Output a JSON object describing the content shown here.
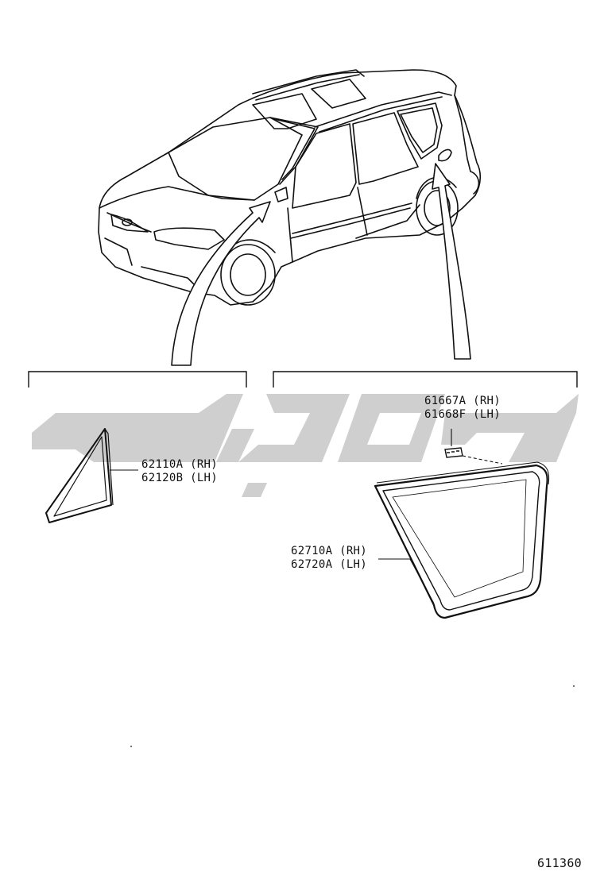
{
  "diagram": {
    "watermark_color": "#cfcfcf",
    "line_color": "#111111",
    "callouts": [
      {
        "id": "front-quarter-glass",
        "parts": [
          "62110A (RH)",
          "62120B (LH)"
        ]
      },
      {
        "id": "rear-quarter-glass",
        "parts": [
          "62710A (RH)",
          "62720A (LH)"
        ]
      },
      {
        "id": "clip",
        "parts": [
          "61667A (RH)",
          "61668F (LH)"
        ]
      }
    ],
    "figure_number": "611360"
  }
}
